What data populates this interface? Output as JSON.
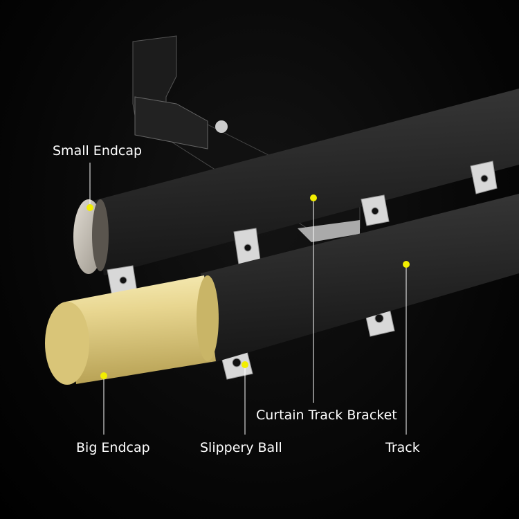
{
  "labels": {
    "small_endcap": "Small Endcap",
    "big_endcap": "Big Endcap",
    "slippery_ball": "Slippery Ball",
    "curtain_track_bracket": "Curtain Track Bracket",
    "track": "Track"
  },
  "colors": {
    "marker_dot": "#f2ee00",
    "track": "#2b2b2b",
    "big_endcap": "#e6d58a",
    "small_endcap": "#c9c2b6"
  }
}
